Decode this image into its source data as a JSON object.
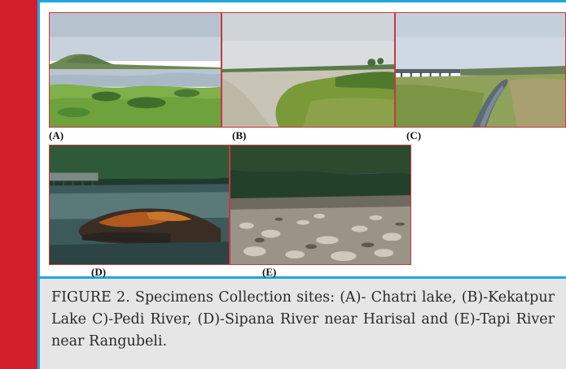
{
  "figure": {
    "panels": [
      {
        "label": "(A)"
      },
      {
        "label": "(B)"
      },
      {
        "label": "(C)"
      },
      {
        "label": "(D)"
      },
      {
        "label": "(E)"
      }
    ],
    "caption": "FIGURE 2. Specimens Collection sites: (A)- Chatri lake, (B)-Kekatpur Lake C)-Pedi River, (D)-Sipana River near Harisal and (E)-Tapi River near Rangubeli."
  },
  "colors": {
    "left_bar": "#d21f2b",
    "frame_border": "#1ea6df",
    "photo_border": "#c9373f",
    "caption_background": "#e6e6e6"
  }
}
